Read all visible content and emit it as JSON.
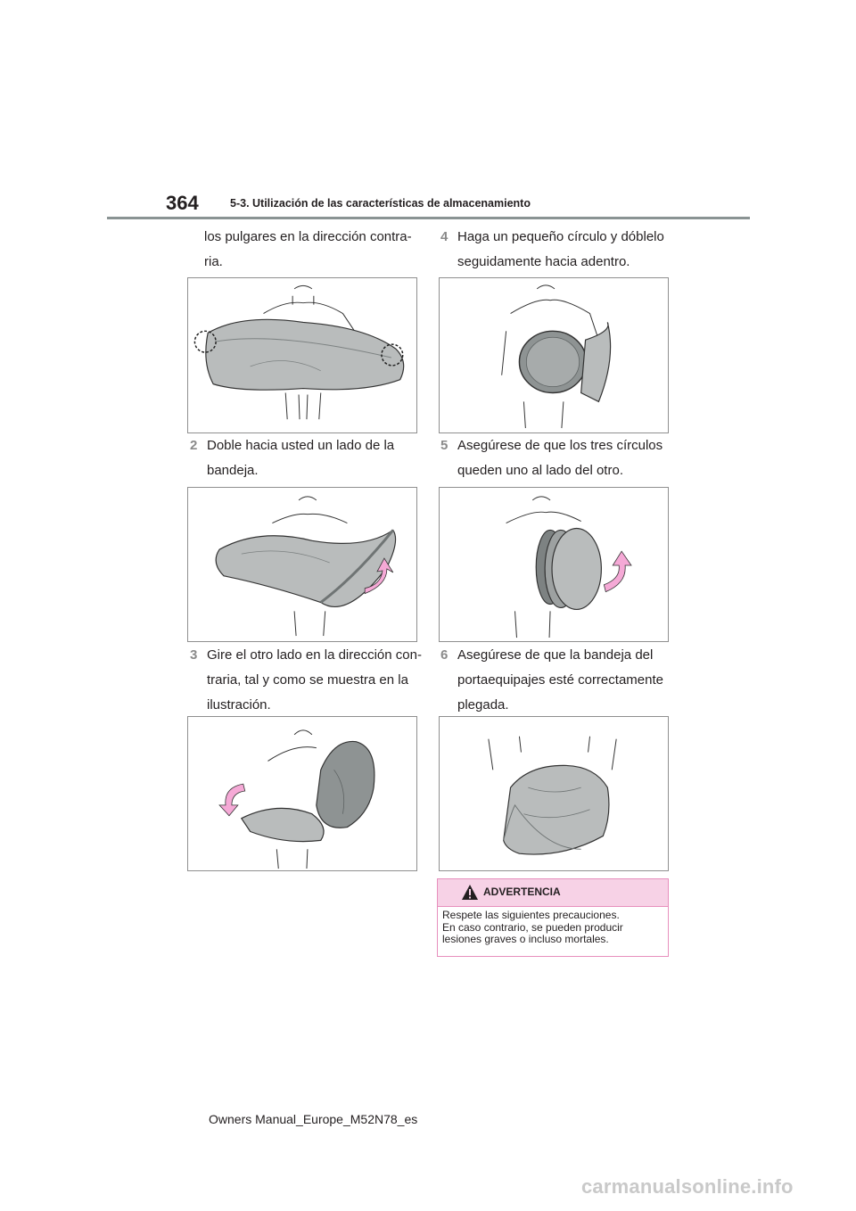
{
  "header": {
    "page_number": "364",
    "section_title": "5-3. Utilización de las características de almacenamiento"
  },
  "left_column": {
    "intro_line1": "los pulgares en la dirección contra-",
    "intro_line2": "ria.",
    "step2": {
      "number": "2",
      "line1": "Doble hacia usted un lado de la",
      "line2": "bandeja."
    },
    "step3": {
      "number": "3",
      "line1": "Gire el otro lado en la dirección con-",
      "line2": "traria, tal y como se muestra en la",
      "line3": "ilustración."
    }
  },
  "right_column": {
    "step4": {
      "number": "4",
      "line1": "Haga un pequeño círculo y dóblelo",
      "line2": "seguidamente hacia adentro."
    },
    "step5": {
      "number": "5",
      "line1": "Asegúrese de que los tres círculos",
      "line2": "queden uno al lado del otro."
    },
    "step6": {
      "number": "6",
      "line1": "Asegúrese de que la bandeja del",
      "line2": "portaequipajes esté correctamente",
      "line3": "plegada."
    }
  },
  "warning": {
    "title": "ADVERTENCIA",
    "line1": "Respete las siguientes precauciones.",
    "line2": "En caso contrario, se pueden producir",
    "line3": "lesiones graves o incluso mortales."
  },
  "footer": {
    "manual_id": "Owners Manual_Europe_M52N78_es"
  },
  "watermark": "carmanualsonline.info",
  "colors": {
    "arrow": "#f5a9d6",
    "tray": "#b9bcbc",
    "tray_dark": "#8e9393",
    "rule": "#8a9393",
    "warning_border": "#e78fbd",
    "warning_fill": "#f7d2e6"
  }
}
